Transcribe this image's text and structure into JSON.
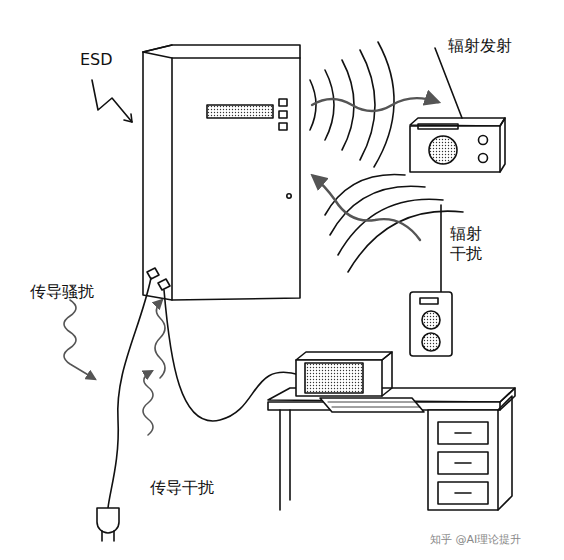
{
  "diagram": {
    "labels": [
      "ESD",
      "辐射发射",
      "辐射干扰",
      "传导骚扰",
      "传导干扰",
      "知乎 @AI理论提升"
    ]
  }
}
